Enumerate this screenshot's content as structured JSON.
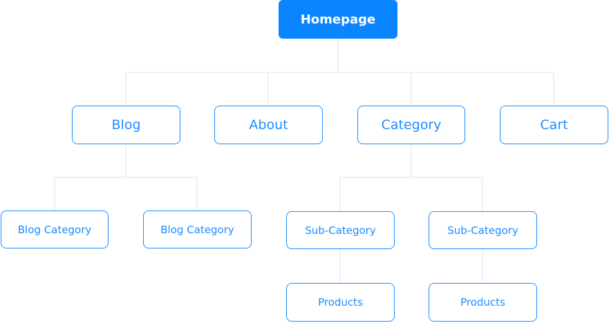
{
  "diagram": {
    "root": {
      "label": "Homepage"
    },
    "level1": [
      {
        "label": "Blog"
      },
      {
        "label": "About"
      },
      {
        "label": "Category"
      },
      {
        "label": "Cart"
      }
    ],
    "blog_children": [
      {
        "label": "Blog Category"
      },
      {
        "label": "Blog Category"
      }
    ],
    "category_children": [
      {
        "label": "Sub-Category",
        "child": {
          "label": "Products"
        }
      },
      {
        "label": "Sub-Category",
        "child": {
          "label": "Products"
        }
      }
    ],
    "colors": {
      "accent": "#0a84ff",
      "node_border": "#1a8cff",
      "node_text": "#1a8cff",
      "connector": "#dfe3ea",
      "background": "#ffffff"
    }
  }
}
